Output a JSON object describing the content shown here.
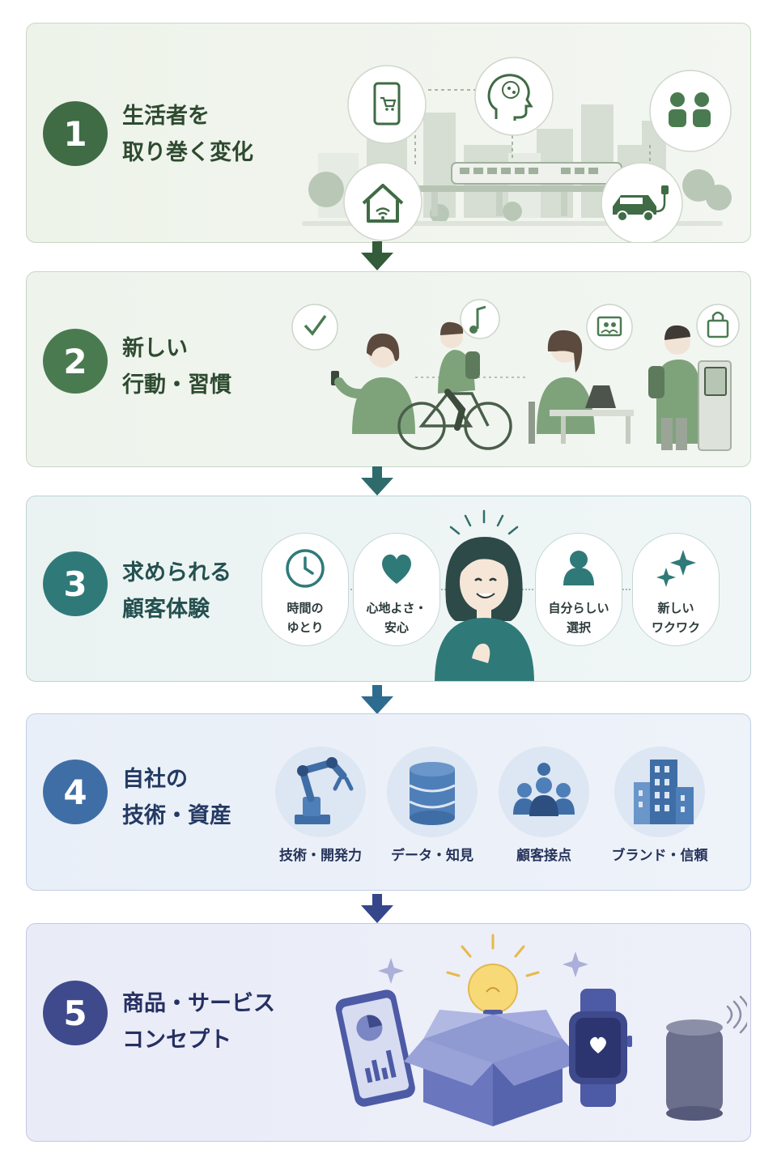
{
  "colors": {
    "step1": "#3f6b45",
    "step2": "#4a7b50",
    "step3": "#2f7a79",
    "step4": "#3f6ea6",
    "step5": "#3f4a8c",
    "arrow1": "#335c3a",
    "arrow2": "#2f6b6a",
    "arrow3": "#2e6c8f",
    "arrow4": "#35478a"
  },
  "steps": [
    {
      "number": "1",
      "title_line1": "生活者を",
      "title_line2": "取り巻く変化"
    },
    {
      "number": "2",
      "title_line1": "新しい",
      "title_line2": "行動・習慣"
    },
    {
      "number": "3",
      "title_line1": "求められる",
      "title_line2": "顧客体験"
    },
    {
      "number": "4",
      "title_line1": "自社の",
      "title_line2": "技術・資産"
    },
    {
      "number": "5",
      "title_line1": "商品・サービス",
      "title_line2": "コンセプト"
    }
  ],
  "experiences": [
    {
      "line1": "時間の",
      "line2": "ゆとり",
      "icon": "clock-icon"
    },
    {
      "line1": "心地よさ・",
      "line2": "安心",
      "icon": "heart-icon"
    },
    {
      "line1": "自分らしい",
      "line2": "選択",
      "icon": "person-icon"
    },
    {
      "line1": "新しい",
      "line2": "ワクワク",
      "icon": "sparkle-icon"
    }
  ],
  "assets": [
    {
      "label": "技術・開発力",
      "icon": "robot-arm-icon"
    },
    {
      "label": "データ・知見",
      "icon": "database-icon"
    },
    {
      "label": "顧客接点",
      "icon": "people-group-icon"
    },
    {
      "label": "ブランド・信頼",
      "icon": "buildings-icon"
    }
  ]
}
